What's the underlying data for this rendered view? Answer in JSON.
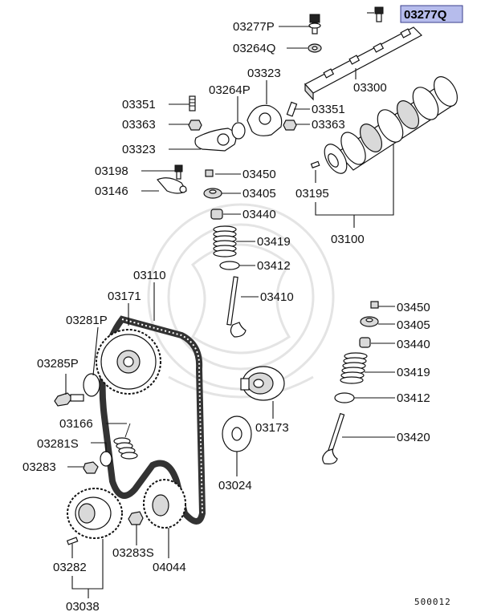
{
  "diagram_code": "500012",
  "highlight": {
    "label": "03277Q",
    "color": "#b6bcec"
  },
  "labels": {
    "p03277P": "03277P",
    "p03264Q": "03264Q",
    "p03323_top": "03323",
    "p03264P": "03264P",
    "p03300": "03300",
    "p03351_left": "03351",
    "p03351_right": "03351",
    "p03363_left": "03363",
    "p03363_right": "03363",
    "p03323_left": "03323",
    "p03198": "03198",
    "p03450_top": "03450",
    "p03146": "03146",
    "p03405_top": "03405",
    "p03195": "03195",
    "p03440_top": "03440",
    "p03100": "03100",
    "p03419_top": "03419",
    "p03412_top": "03412",
    "p03110": "03110",
    "p03410": "03410",
    "p03171": "03171",
    "p03281P": "03281P",
    "p03450_right": "03450",
    "p03405_right": "03405",
    "p03440_right": "03440",
    "p03285P": "03285P",
    "p03419_right": "03419",
    "p03412_right": "03412",
    "p03173": "03173",
    "p03166": "03166",
    "p03420": "03420",
    "p03281S": "03281S",
    "p03283": "03283",
    "p03024": "03024",
    "p03283S": "03283S",
    "p03282": "03282",
    "p04044": "04044",
    "p03038": "03038"
  }
}
